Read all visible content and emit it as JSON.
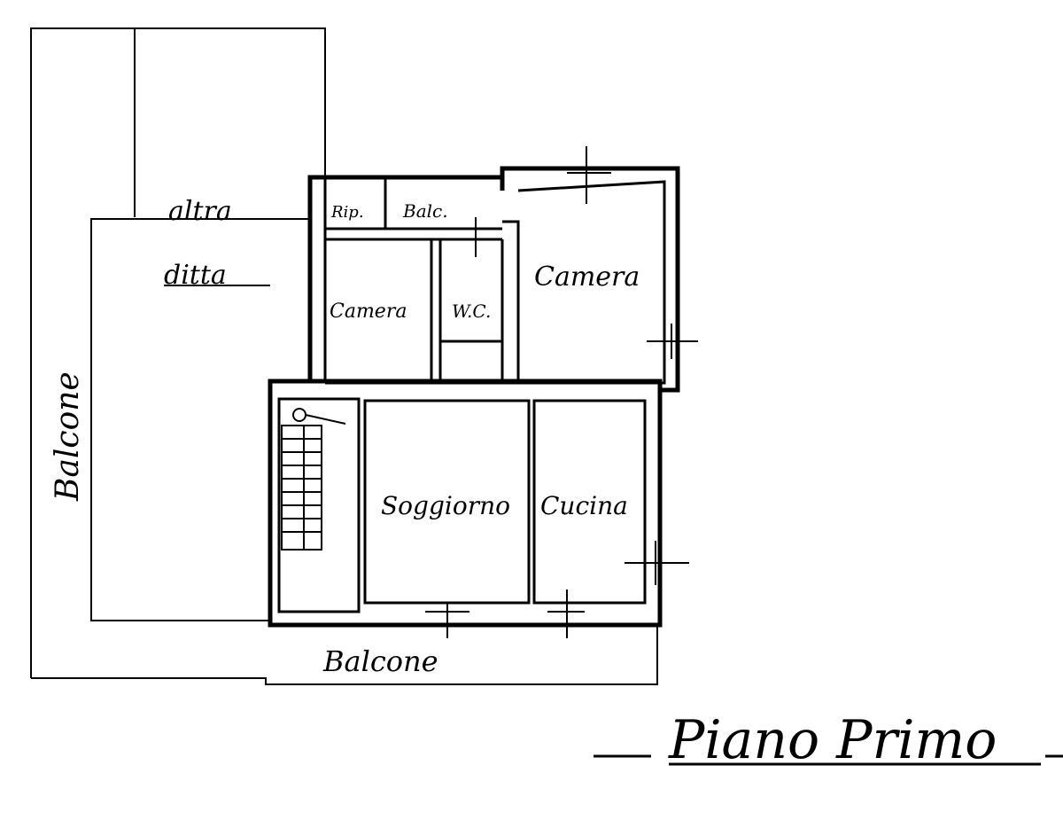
{
  "title": "Piano Primo",
  "rooms": {
    "altra": "altra",
    "ditta": "ditta",
    "balcone_left": "Balcone",
    "balcone_bottom": "Balcone",
    "rip": "Rip.",
    "balc": "Balc.",
    "camera_left": "Camera",
    "wc": "W.C.",
    "camera_right": "Camera",
    "soggiorno": "Soggiorno",
    "cucina": "Cucina"
  }
}
